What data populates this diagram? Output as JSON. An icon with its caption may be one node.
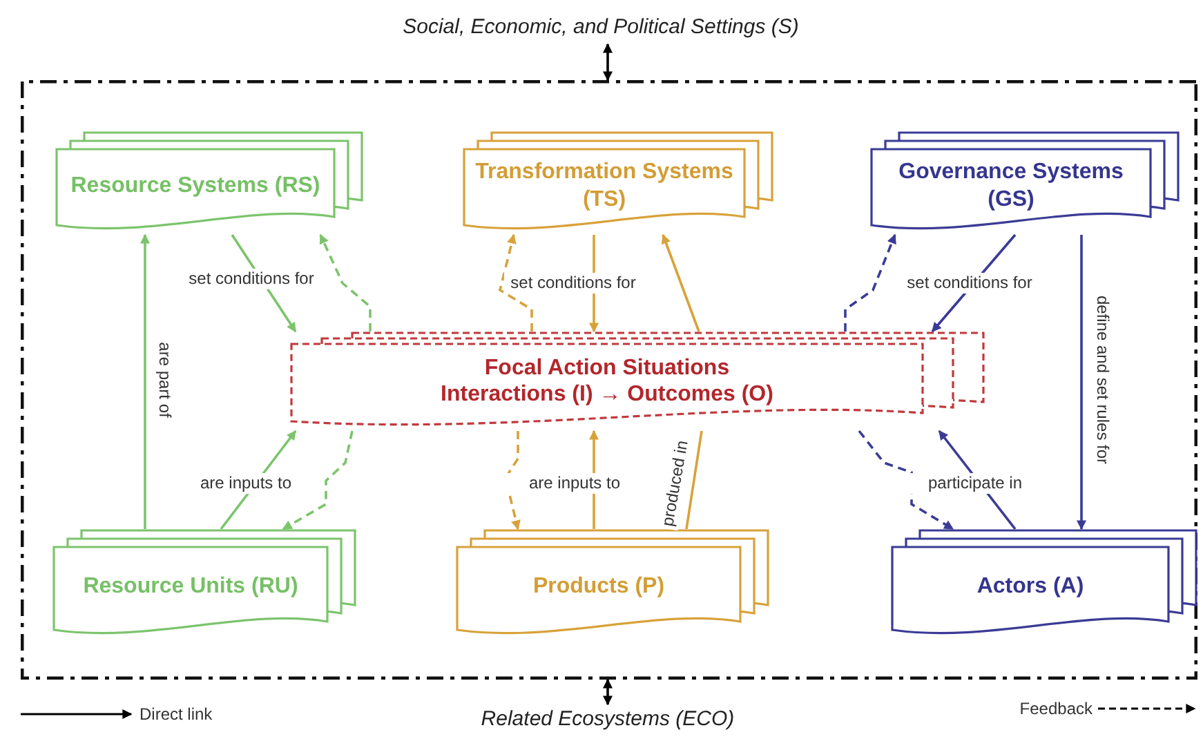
{
  "diagram": {
    "nodes": [
      {
        "text": [
          "Social, Economic, and Political Settings (S)"
        ]
      },
      {
        "text": [],
        "shape": "box"
      },
      {
        "text": [
          "Resource Systems (RS)"
        ],
        "in": 1
      },
      {
        "text": [
          "Transformation Systems (TS)"
        ],
        "in": 1
      },
      {
        "text": [
          "Governance Systems (GS)"
        ],
        "in": 1
      },
      {
        "text": [
          "Focal Action Situations",
          "Interactions (I) → Outcomes (O)"
        ],
        "in": 1
      },
      {
        "text": [
          "Resource Units (RU)"
        ],
        "in": 1
      },
      {
        "text": [
          "Products (P)"
        ],
        "in": 1
      },
      {
        "text": [
          "Actors (A)"
        ],
        "in": 1
      },
      {
        "text": [
          "Related Ecosystems (ECO)"
        ]
      }
    ],
    "edges": [
      {
        "from": 0,
        "to": 1,
        "arrow": "both",
        "color": "#000000"
      },
      {
        "from": 1,
        "to": 9,
        "arrow": "both",
        "color": "#000000"
      },
      {
        "from": 2,
        "to": 5,
        "arrow": "to",
        "label": "set conditions for",
        "color": "#7cc46c"
      },
      {
        "from": 5,
        "to": 2,
        "arrow": "to",
        "style": "dashed",
        "color": "#7cc46c"
      },
      {
        "from": 6,
        "to": 2,
        "arrow": "to",
        "label": "are part of",
        "color": "#7cc46c"
      },
      {
        "from": 6,
        "to": 5,
        "arrow": "to",
        "label": "are inputs to",
        "color": "#7cc46c"
      },
      {
        "from": 5,
        "to": 6,
        "arrow": "to",
        "style": "dashed",
        "color": "#7cc46c"
      },
      {
        "from": 3,
        "to": 5,
        "arrow": "to",
        "label": "set conditions for",
        "color": "#d8a23a"
      },
      {
        "from": 5,
        "to": 3,
        "arrow": "to",
        "style": "dashed",
        "color": "#d8a23a"
      },
      {
        "from": 7,
        "to": 5,
        "arrow": "none",
        "label": "produced in",
        "color": "#d8a23a"
      },
      {
        "from": 5,
        "to": 3,
        "arrow": "to",
        "color": "#d8a23a"
      },
      {
        "from": 5,
        "to": 7,
        "arrow": "to",
        "style": "dashed",
        "color": "#d8a23a"
      },
      {
        "from": 7,
        "to": 5,
        "arrow": "to",
        "label": "are inputs to",
        "color": "#d8a23a"
      },
      {
        "from": 4,
        "to": 5,
        "arrow": "to",
        "label": "set conditions for",
        "color": "#3b3b96"
      },
      {
        "from": 5,
        "to": 4,
        "arrow": "to",
        "style": "dashed",
        "color": "#3b3b96"
      },
      {
        "from": 4,
        "to": 8,
        "arrow": "to",
        "label": "define and set rules for",
        "color": "#3b3b96"
      },
      {
        "from": 8,
        "to": 5,
        "arrow": "to",
        "label": "participate in",
        "color": "#3b3b96"
      },
      {
        "from": 5,
        "to": 8,
        "arrow": "to",
        "style": "dashed",
        "color": "#3b3b96"
      }
    ],
    "legend": [
      {
        "text": "Direct link"
      },
      {
        "text": "Feedback"
      }
    ]
  }
}
